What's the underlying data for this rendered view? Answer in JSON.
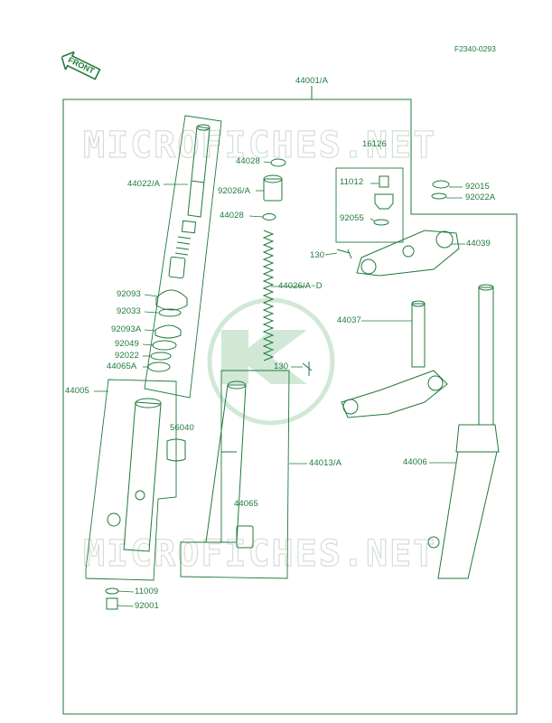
{
  "figure_code": "F2340-0293",
  "front_arrow_label": "FRONT",
  "watermark": {
    "text": "MICROFICHES.NET",
    "logo_text": "Kawasaki"
  },
  "colors": {
    "line": "#1f7a3a",
    "watermark": "#cfd8d2"
  },
  "parts": {
    "p44001a": "44001/A",
    "p44022a": "44022/A",
    "p44028_top": "44028",
    "p92026a": "92026/A",
    "p44028_mid": "44028",
    "p44026": "44026/A~D",
    "p16126": "16126",
    "p11012": "11012",
    "p92055": "92055",
    "p92015": "92015",
    "p92022a_r": "92022A",
    "p130_top": "130",
    "p44039": "44039",
    "p92093": "92093",
    "p92033": "92033",
    "p92093a": "92093A",
    "p92049": "92049",
    "p92022": "92022",
    "p44065a": "44065A",
    "p44037": "44037",
    "p130_mid": "130",
    "p44005": "44005",
    "p56040": "56040",
    "p44013a": "44013/A",
    "p44006": "44006",
    "p44065": "44065",
    "p11009": "11009",
    "p92001": "92001"
  }
}
